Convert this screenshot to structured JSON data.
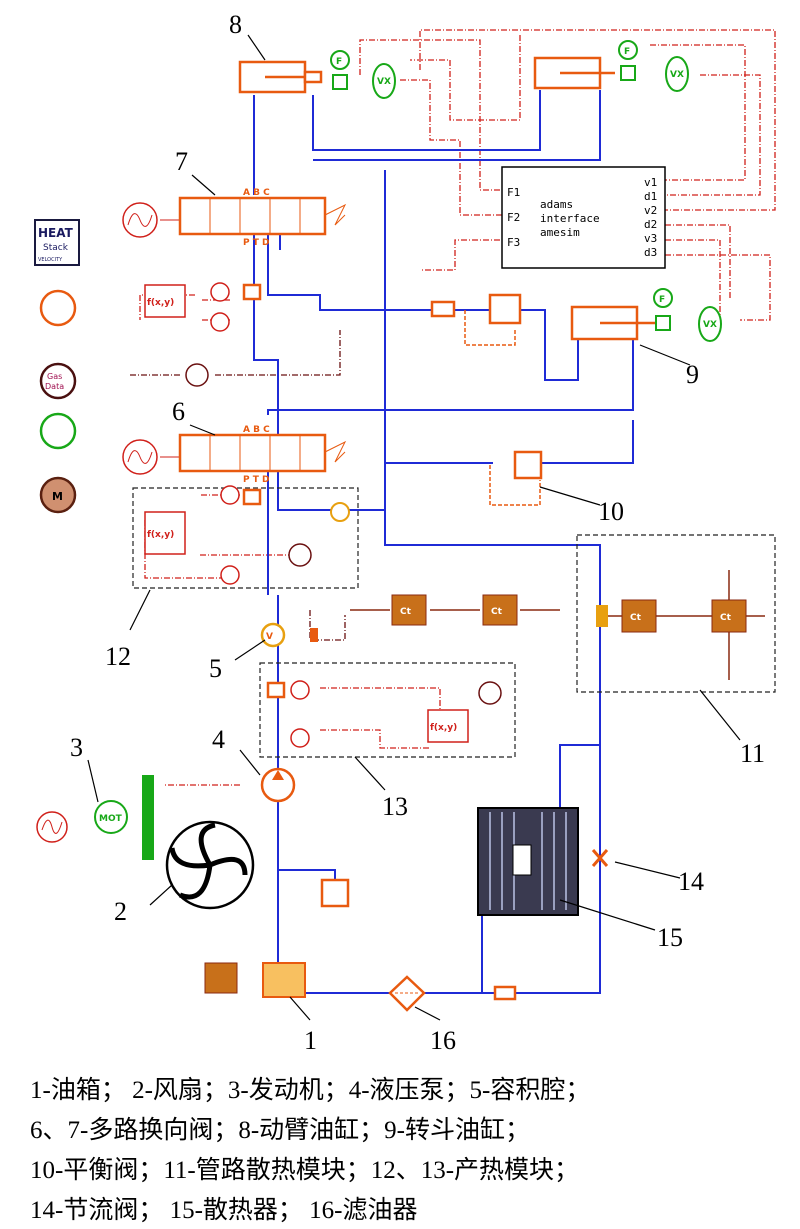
{
  "labels": {
    "n1": "1",
    "n2": "2",
    "n3": "3",
    "n4": "4",
    "n5": "5",
    "n6": "6",
    "n7": "7",
    "n8": "8",
    "n9": "9",
    "n10": "10",
    "n11": "11",
    "n12": "12",
    "n13": "13",
    "n14": "14",
    "n15": "15",
    "n16": "16"
  },
  "adams_block": {
    "inputs": [
      "F1",
      "F2",
      "F3"
    ],
    "outputs": [
      "v1",
      "d1",
      "v2",
      "d2",
      "v3",
      "d3"
    ],
    "title_lines": [
      "adams",
      "interface",
      "amesim"
    ]
  },
  "symbols": {
    "force": "F",
    "velocity": "VX",
    "motor": "MOT",
    "valve_top": "A B C",
    "valve_bottom": "P T D",
    "function": "f(x,y)",
    "thermal": "Ct",
    "volume": "V",
    "motor_icon": "M"
  },
  "side_icons": {
    "heat_line1": "HEAT",
    "heat_line2": "Stack",
    "heat_line3": "VELOCITY",
    "gas_line1": "Gas",
    "gas_line2": "Data",
    "m": "M"
  },
  "colors": {
    "hydraulic": "#1f2bd6",
    "signal": "#d0201a",
    "component": "#e85a10",
    "mechanical": "#18a818"
  },
  "legend": [
    "1-油箱； 2-风扇；3-发动机；4-液压泵；5-容积腔；",
    "6、7-多路换向阀；8-动臂油缸；9-转斗油缸；",
    "10-平衡阀；11-管路散热模块；12、13-产热模块；",
    "14-节流阀； 15-散热器； 16-滤油器"
  ]
}
